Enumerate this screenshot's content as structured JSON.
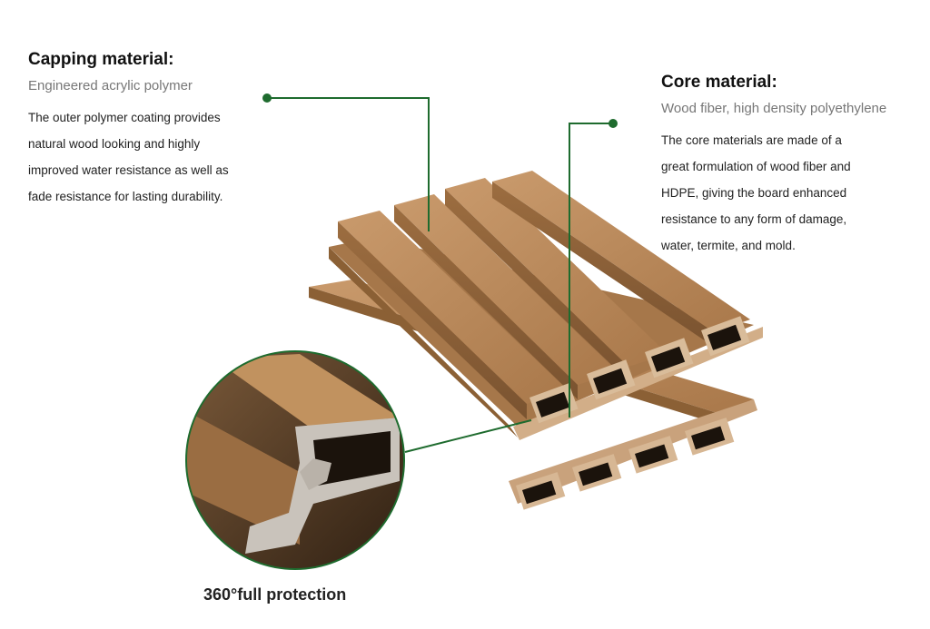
{
  "capping": {
    "title": "Capping material:",
    "subtitle": "Engineered acrylic polymer",
    "description": "The outer polymer coating provides natural wood looking and highly improved water resistance as well as fade resistance for lasting durability."
  },
  "core": {
    "title": "Core material:",
    "subtitle": "Wood fiber, high density polyethylene",
    "description": "The core materials are made of a great formulation of wood fiber and HDPE, giving the board enhanced resistance to any form of damage, water, termite, and mold."
  },
  "caption": "360°full protection",
  "colors": {
    "leader_line": "#1e6b2e",
    "wood_top": "#b9875a",
    "wood_side": "#8d6135",
    "cavity": "#1b130c"
  }
}
